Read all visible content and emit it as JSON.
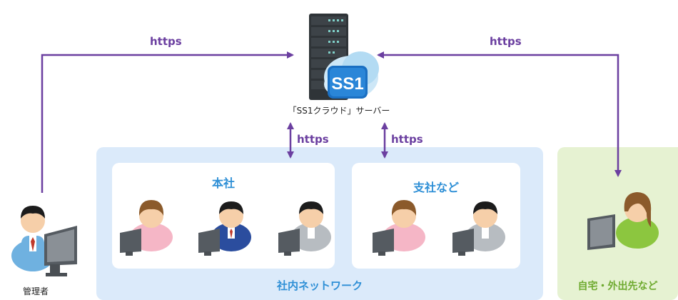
{
  "server": {
    "caption": "「SS1クラウド」サーバー",
    "logo_text": "SS1"
  },
  "links": {
    "left": "https",
    "right": "https",
    "mid_left": "https",
    "mid_right": "https"
  },
  "network": {
    "label": "社内ネットワーク"
  },
  "offices": [
    {
      "title": "本社"
    },
    {
      "title": "支社など"
    }
  ],
  "remote": {
    "label": "自宅・外出先など"
  },
  "admin": {
    "label": "管理者"
  },
  "colors": {
    "arrow": "#6b3fa0",
    "network_bg": "#dbeafa",
    "remote_bg": "#e6f2d2",
    "title_blue": "#2e8fd6",
    "remote_green": "#6eaa2f"
  }
}
